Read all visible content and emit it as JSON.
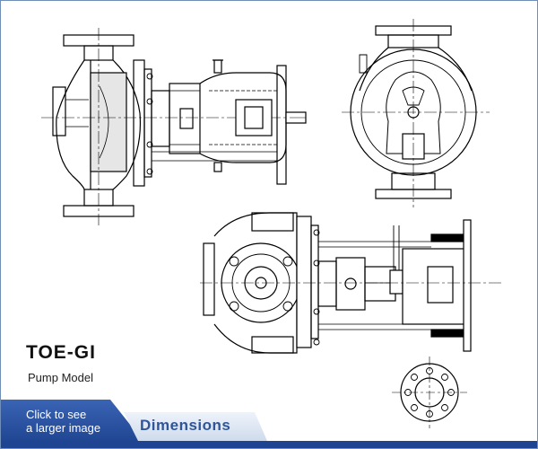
{
  "title": "TOE-GI",
  "subtitle": "Pump Model",
  "enlarge_link": {
    "line1": "Click to see",
    "line2": "a larger image"
  },
  "tab_label": "Dimensions",
  "colors": {
    "accent": "#1f4592",
    "tab_text": "#2f5597",
    "line": "#000000"
  }
}
